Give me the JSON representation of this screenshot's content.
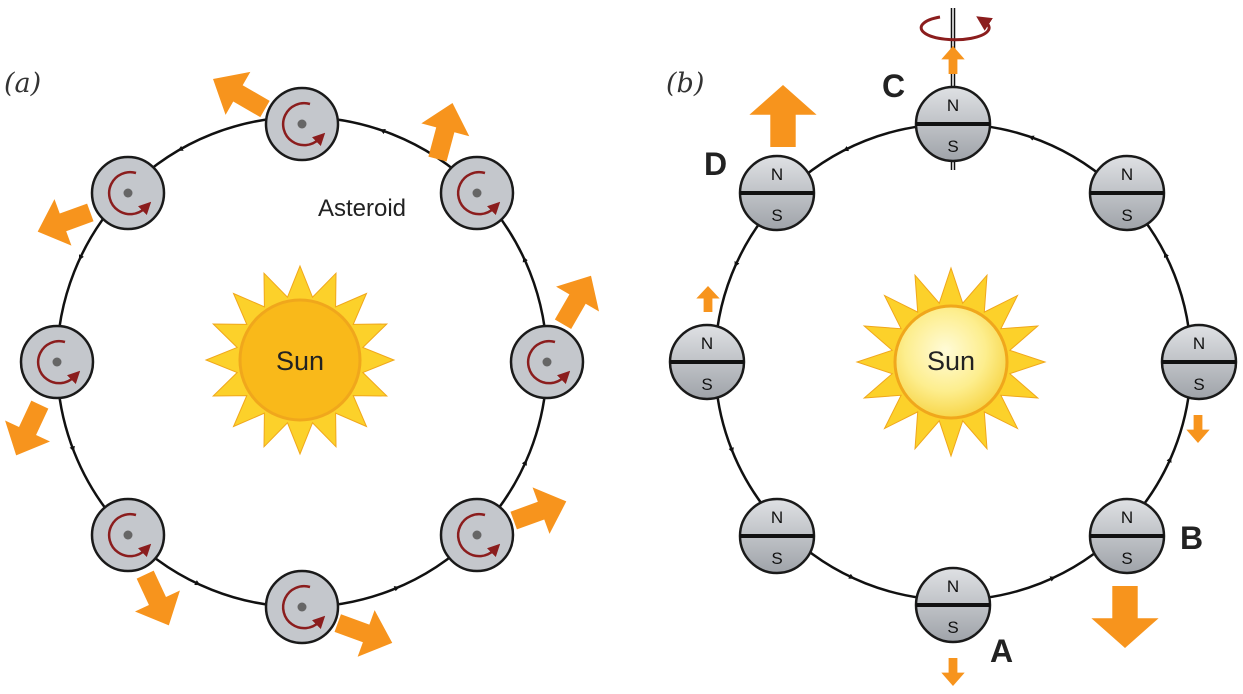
{
  "colors": {
    "asteroid_fill": "#c4c7cc",
    "asteroid_stroke": "#1a1a1a",
    "spin_arrow": "#8b1d1d",
    "thrust_arrow": "#f7941d",
    "sun_a_core": "#f9b91a",
    "sun_b_core": "#fdee8e",
    "sun_rays": "#fcd12a",
    "orbit": "#111111"
  },
  "icons": {
    "spin": "curved-arrow-icon",
    "thrust": "block-arrow-icon",
    "sun": "sun-icon",
    "asteroid": "asteroid-sphere-icon"
  },
  "panel_a": {
    "label": "(a)",
    "sun_label": "Sun",
    "asteroid_label": "Asteroid"
  },
  "panel_b": {
    "label": "(b)",
    "sun_label": "Sun",
    "north": "N",
    "south": "S",
    "points": [
      "A",
      "B",
      "C",
      "D"
    ]
  }
}
